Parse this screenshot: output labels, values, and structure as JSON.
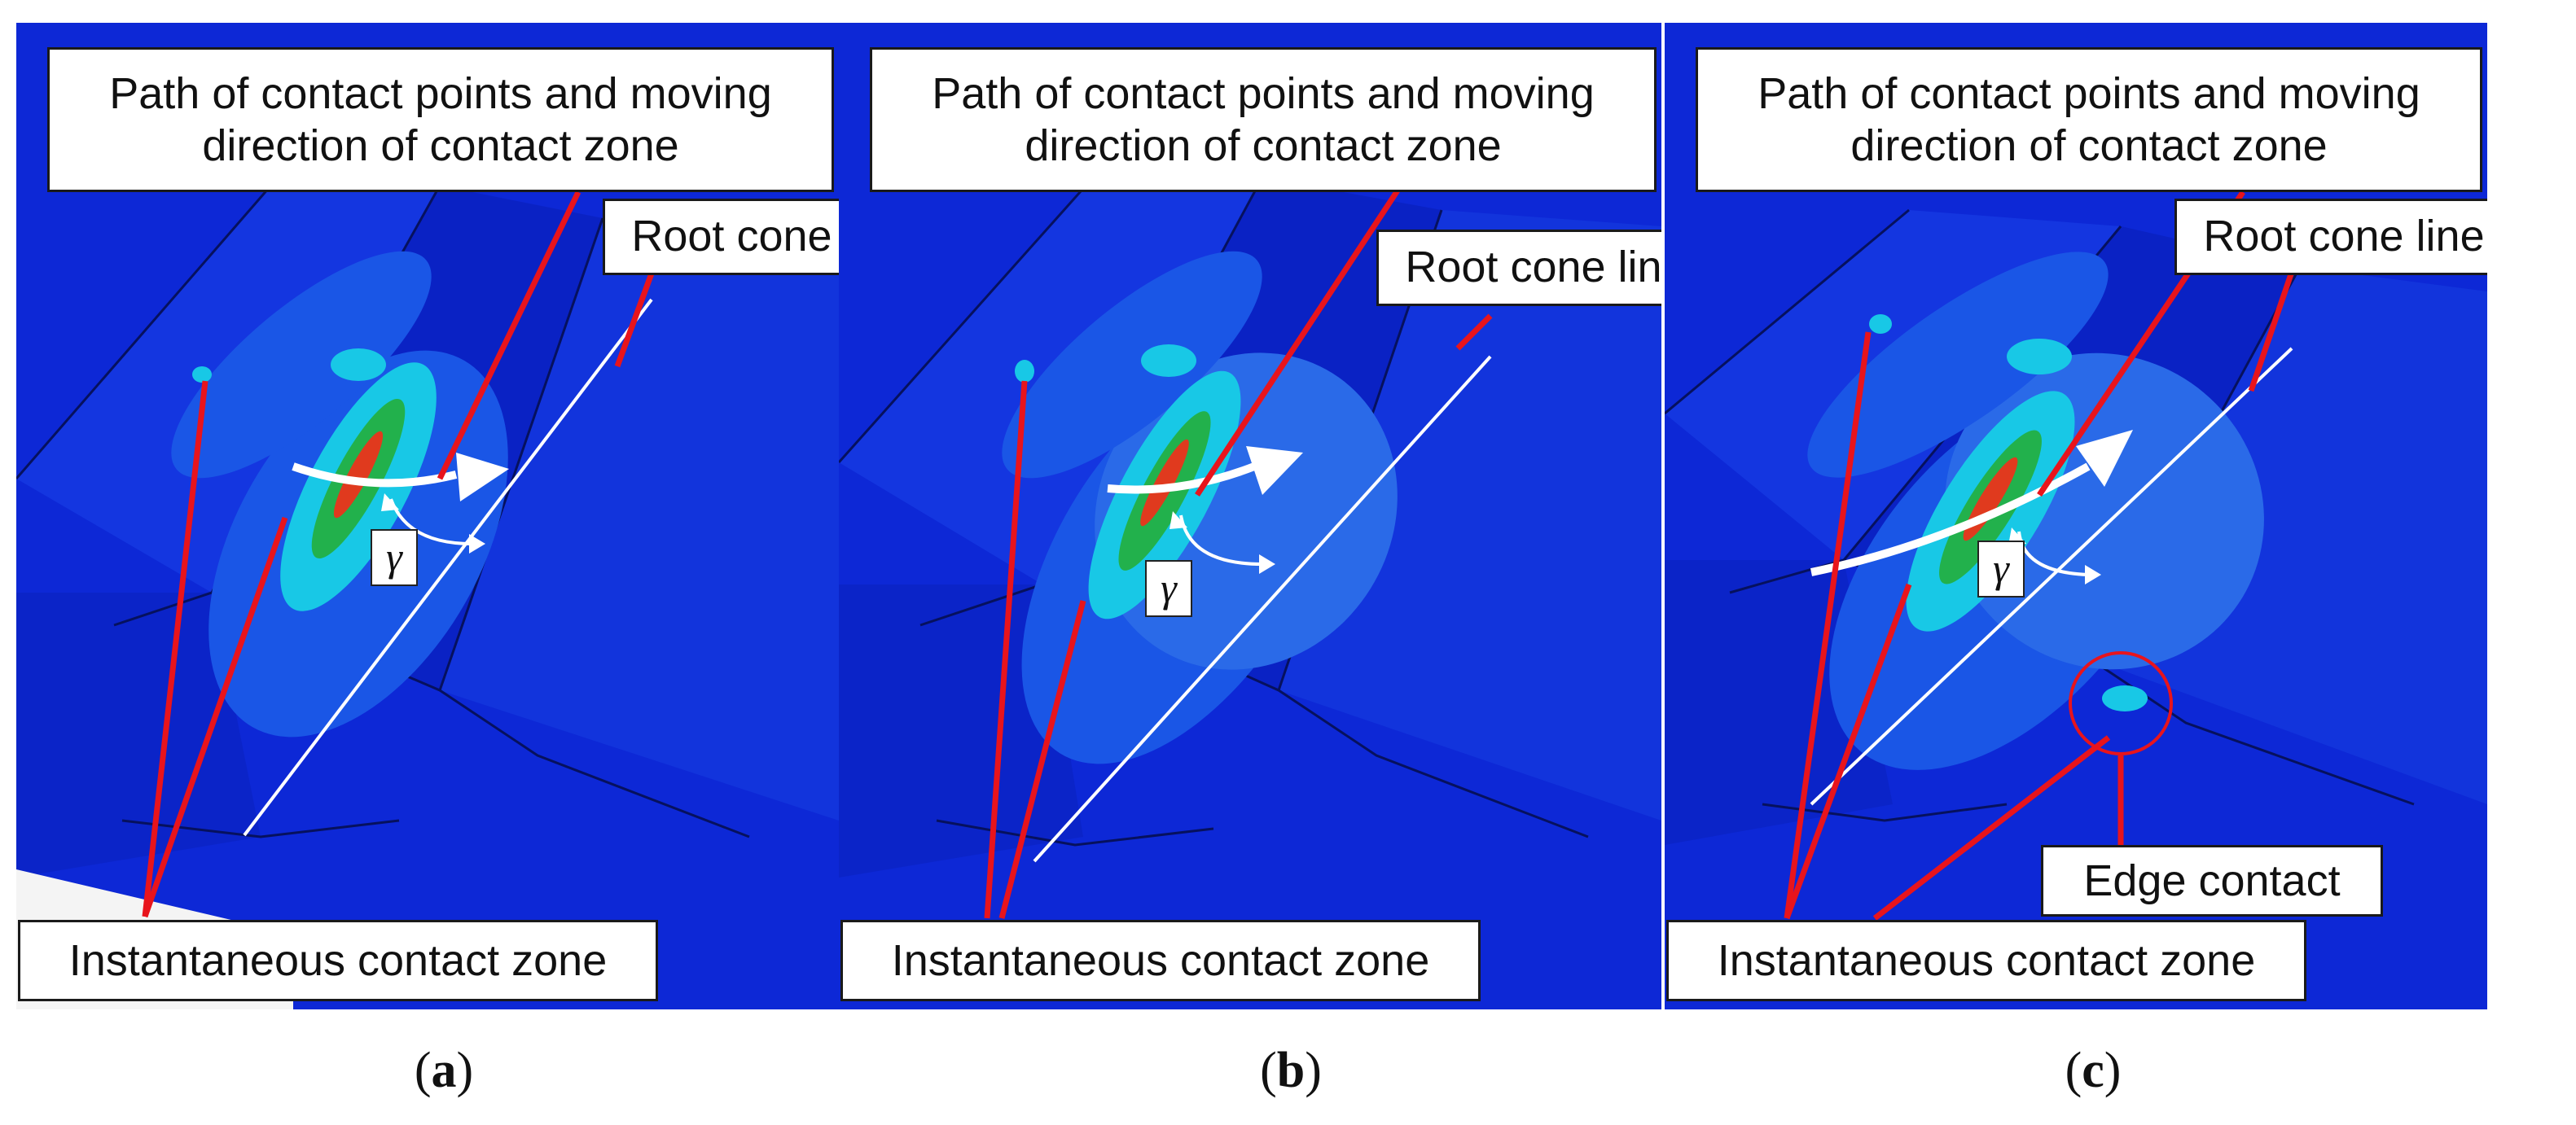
{
  "panels": [
    {
      "id": "a",
      "title": "Path of contact points and moving direction of contact zone",
      "root_label": "Root cone line",
      "zone_label": "Instantaneous contact zone",
      "gamma": "γ",
      "caption_open": "(",
      "caption_letter": "a",
      "caption_close": ")"
    },
    {
      "id": "b",
      "title": "Path of contact points and moving direction of contact zone",
      "root_label": "Root cone line",
      "zone_label": "Instantaneous contact zone",
      "gamma": "γ",
      "caption_open": "(",
      "caption_letter": "b",
      "caption_close": ")"
    },
    {
      "id": "c",
      "title": "Path of contact points and moving direction of contact zone",
      "root_label": "Root cone line",
      "zone_label": "Instantaneous contact zone",
      "edge_label": "Edge contact",
      "gamma": "γ",
      "caption_open": "(",
      "caption_letter": "c",
      "caption_close": ")"
    }
  ],
  "colors": {
    "background_fe": "#0d28d6",
    "leader_line": "#e8141c",
    "contour_low": "#1a56e6",
    "contour_mid": "#18c8e6",
    "contour_high": "#22b14c",
    "contour_peak": "#e03a1e"
  }
}
